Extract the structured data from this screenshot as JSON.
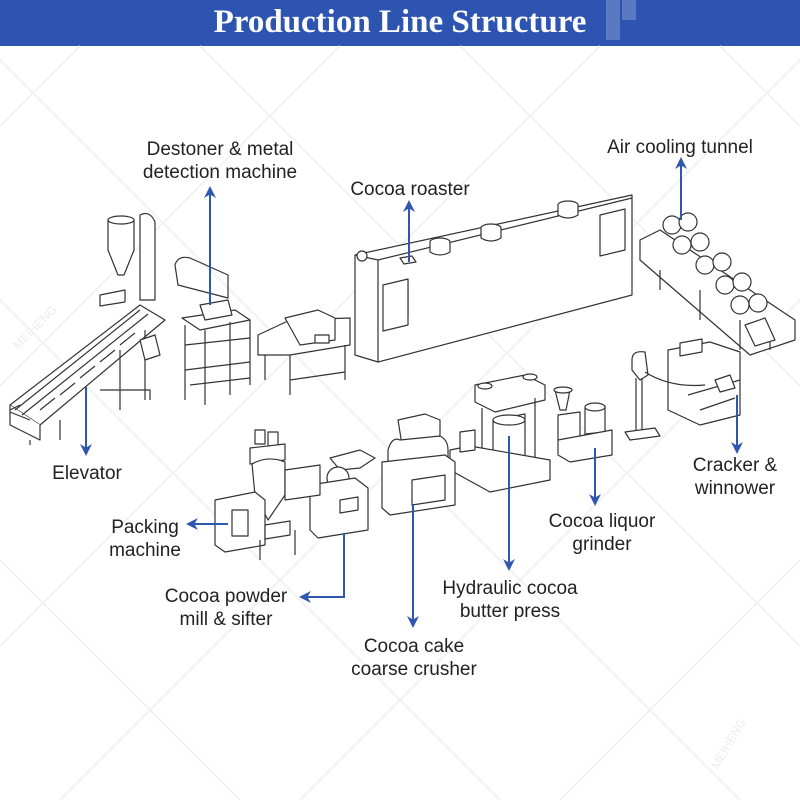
{
  "header": {
    "title": "Production Line Structure"
  },
  "colors": {
    "header_bg": "#2c54b0",
    "arrow": "#2f57b0",
    "label_text": "#222222",
    "line_art": "#333333"
  },
  "watermark": {
    "text": "MEIHENG"
  },
  "machines": [
    {
      "id": "elevator",
      "lines": [
        "Elevator"
      ]
    },
    {
      "id": "destoner",
      "lines": [
        "Destoner & metal",
        "detection machine"
      ]
    },
    {
      "id": "roaster",
      "lines": [
        "Cocoa roaster"
      ]
    },
    {
      "id": "cooling",
      "lines": [
        "Air cooling tunnel"
      ]
    },
    {
      "id": "cracker",
      "lines": [
        "Cracker &",
        "winnower"
      ]
    },
    {
      "id": "liquor",
      "lines": [
        "Cocoa liquor",
        "grinder"
      ]
    },
    {
      "id": "press",
      "lines": [
        "Hydraulic cocoa",
        "butter press"
      ]
    },
    {
      "id": "crusher",
      "lines": [
        "Cocoa cake",
        "coarse crusher"
      ]
    },
    {
      "id": "mill",
      "lines": [
        "Cocoa powder",
        "mill & sifter"
      ]
    },
    {
      "id": "packing",
      "lines": [
        "Packing",
        "machine"
      ]
    }
  ]
}
